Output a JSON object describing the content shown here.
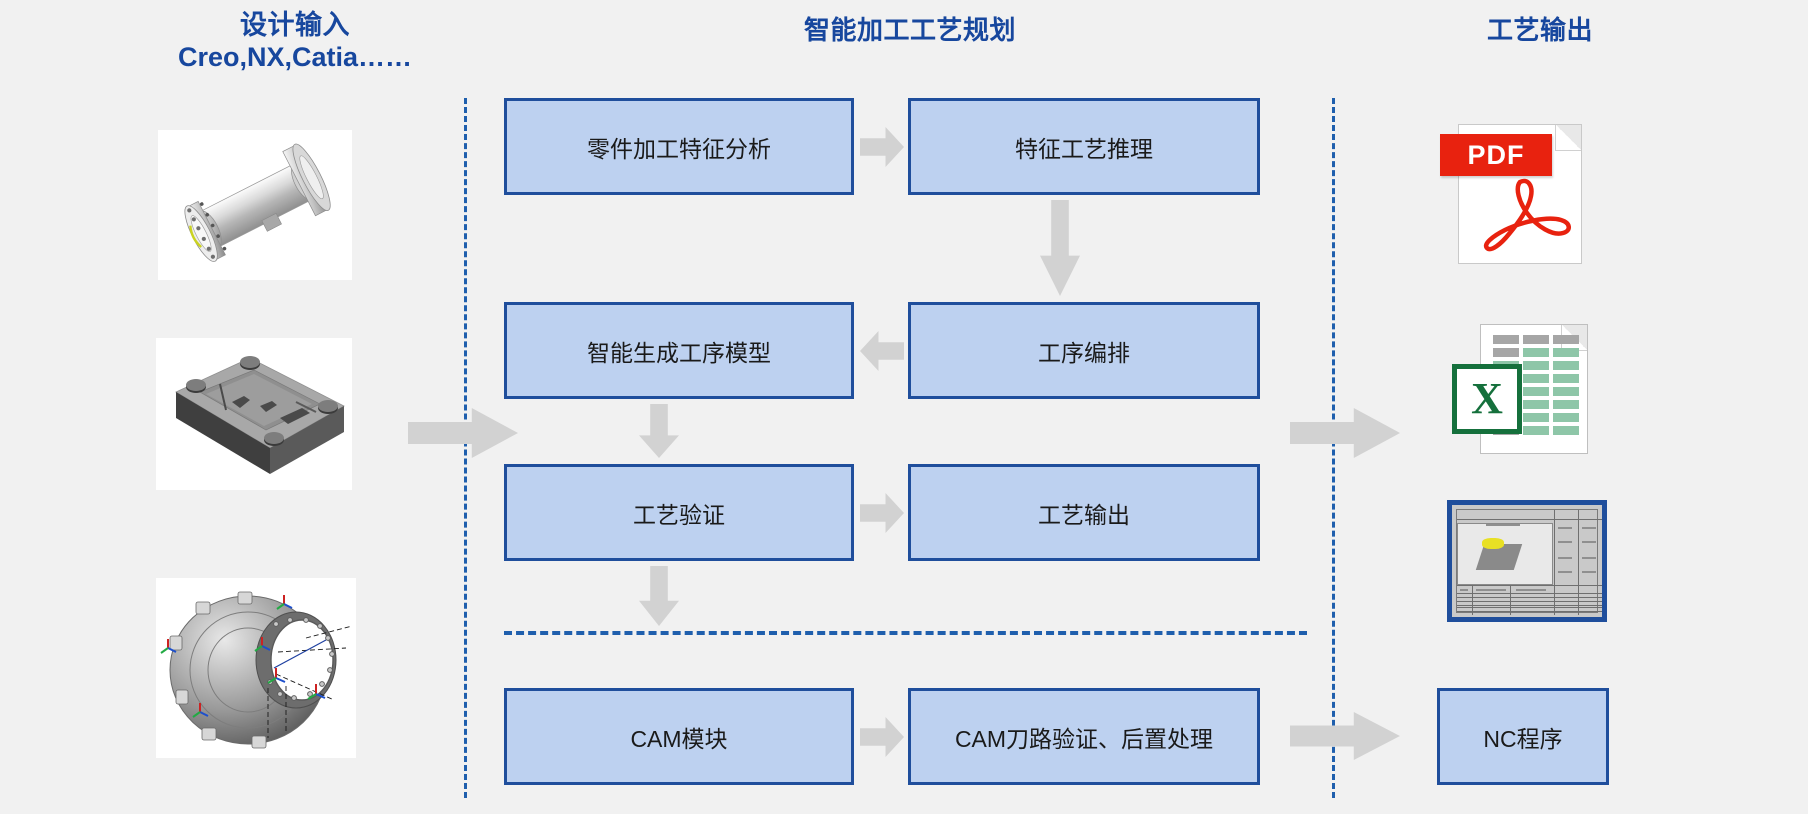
{
  "diagram": {
    "title_left_main": "设计输入",
    "title_left_sub": "Creo,NX,Catia……",
    "title_center": "智能加工工艺规划",
    "title_right": "工艺输出",
    "colors": {
      "heading_blue": "#17479e",
      "box_fill": "#bdd1f0",
      "box_border": "#1f4e9c",
      "dashed_line": "#1f5fad",
      "arrow_grey": "#d2d2d2",
      "background": "#f1f1f1",
      "pdf_red": "#e8220f",
      "excel_green": "#15703c"
    }
  },
  "inputs": {
    "thumbnails": [
      {
        "name": "shaft-housing-model",
        "caption": ""
      },
      {
        "name": "mold-block-model",
        "caption": ""
      },
      {
        "name": "engine-casing-model",
        "caption": ""
      }
    ]
  },
  "process": {
    "boxes": [
      {
        "id": "r1c1",
        "label": "零件加工特征分析"
      },
      {
        "id": "r1c2",
        "label": "特征工艺推理"
      },
      {
        "id": "r2c1",
        "label": "智能生成工序模型"
      },
      {
        "id": "r2c2",
        "label": "工序编排"
      },
      {
        "id": "r3c1",
        "label": "工艺验证"
      },
      {
        "id": "r3c2",
        "label": "工艺输出"
      },
      {
        "id": "r4c1",
        "label": "CAM模块"
      },
      {
        "id": "r4c2",
        "label": "CAM刀路验证、后置处理"
      }
    ]
  },
  "outputs": {
    "nc_program_label": "NC程序",
    "icons": [
      {
        "name": "pdf-file-icon",
        "label": "PDF"
      },
      {
        "name": "excel-file-icon",
        "label": "X"
      },
      {
        "name": "process-drawing-icon",
        "label": ""
      }
    ]
  },
  "arrows": [
    {
      "name": "arrow-input-to-planning",
      "direction": "right"
    },
    {
      "name": "arrow-feature-analysis-to-reasoning",
      "direction": "right"
    },
    {
      "name": "arrow-reasoning-to-sequencing",
      "direction": "down"
    },
    {
      "name": "arrow-sequencing-to-model",
      "direction": "left"
    },
    {
      "name": "arrow-model-to-verification",
      "direction": "down"
    },
    {
      "name": "arrow-verification-to-output",
      "direction": "right"
    },
    {
      "name": "arrow-output-to-cam",
      "direction": "down"
    },
    {
      "name": "arrow-cam-to-toolpath",
      "direction": "right"
    },
    {
      "name": "arrow-planning-to-output",
      "direction": "right"
    },
    {
      "name": "arrow-toolpath-to-nc",
      "direction": "right"
    }
  ]
}
